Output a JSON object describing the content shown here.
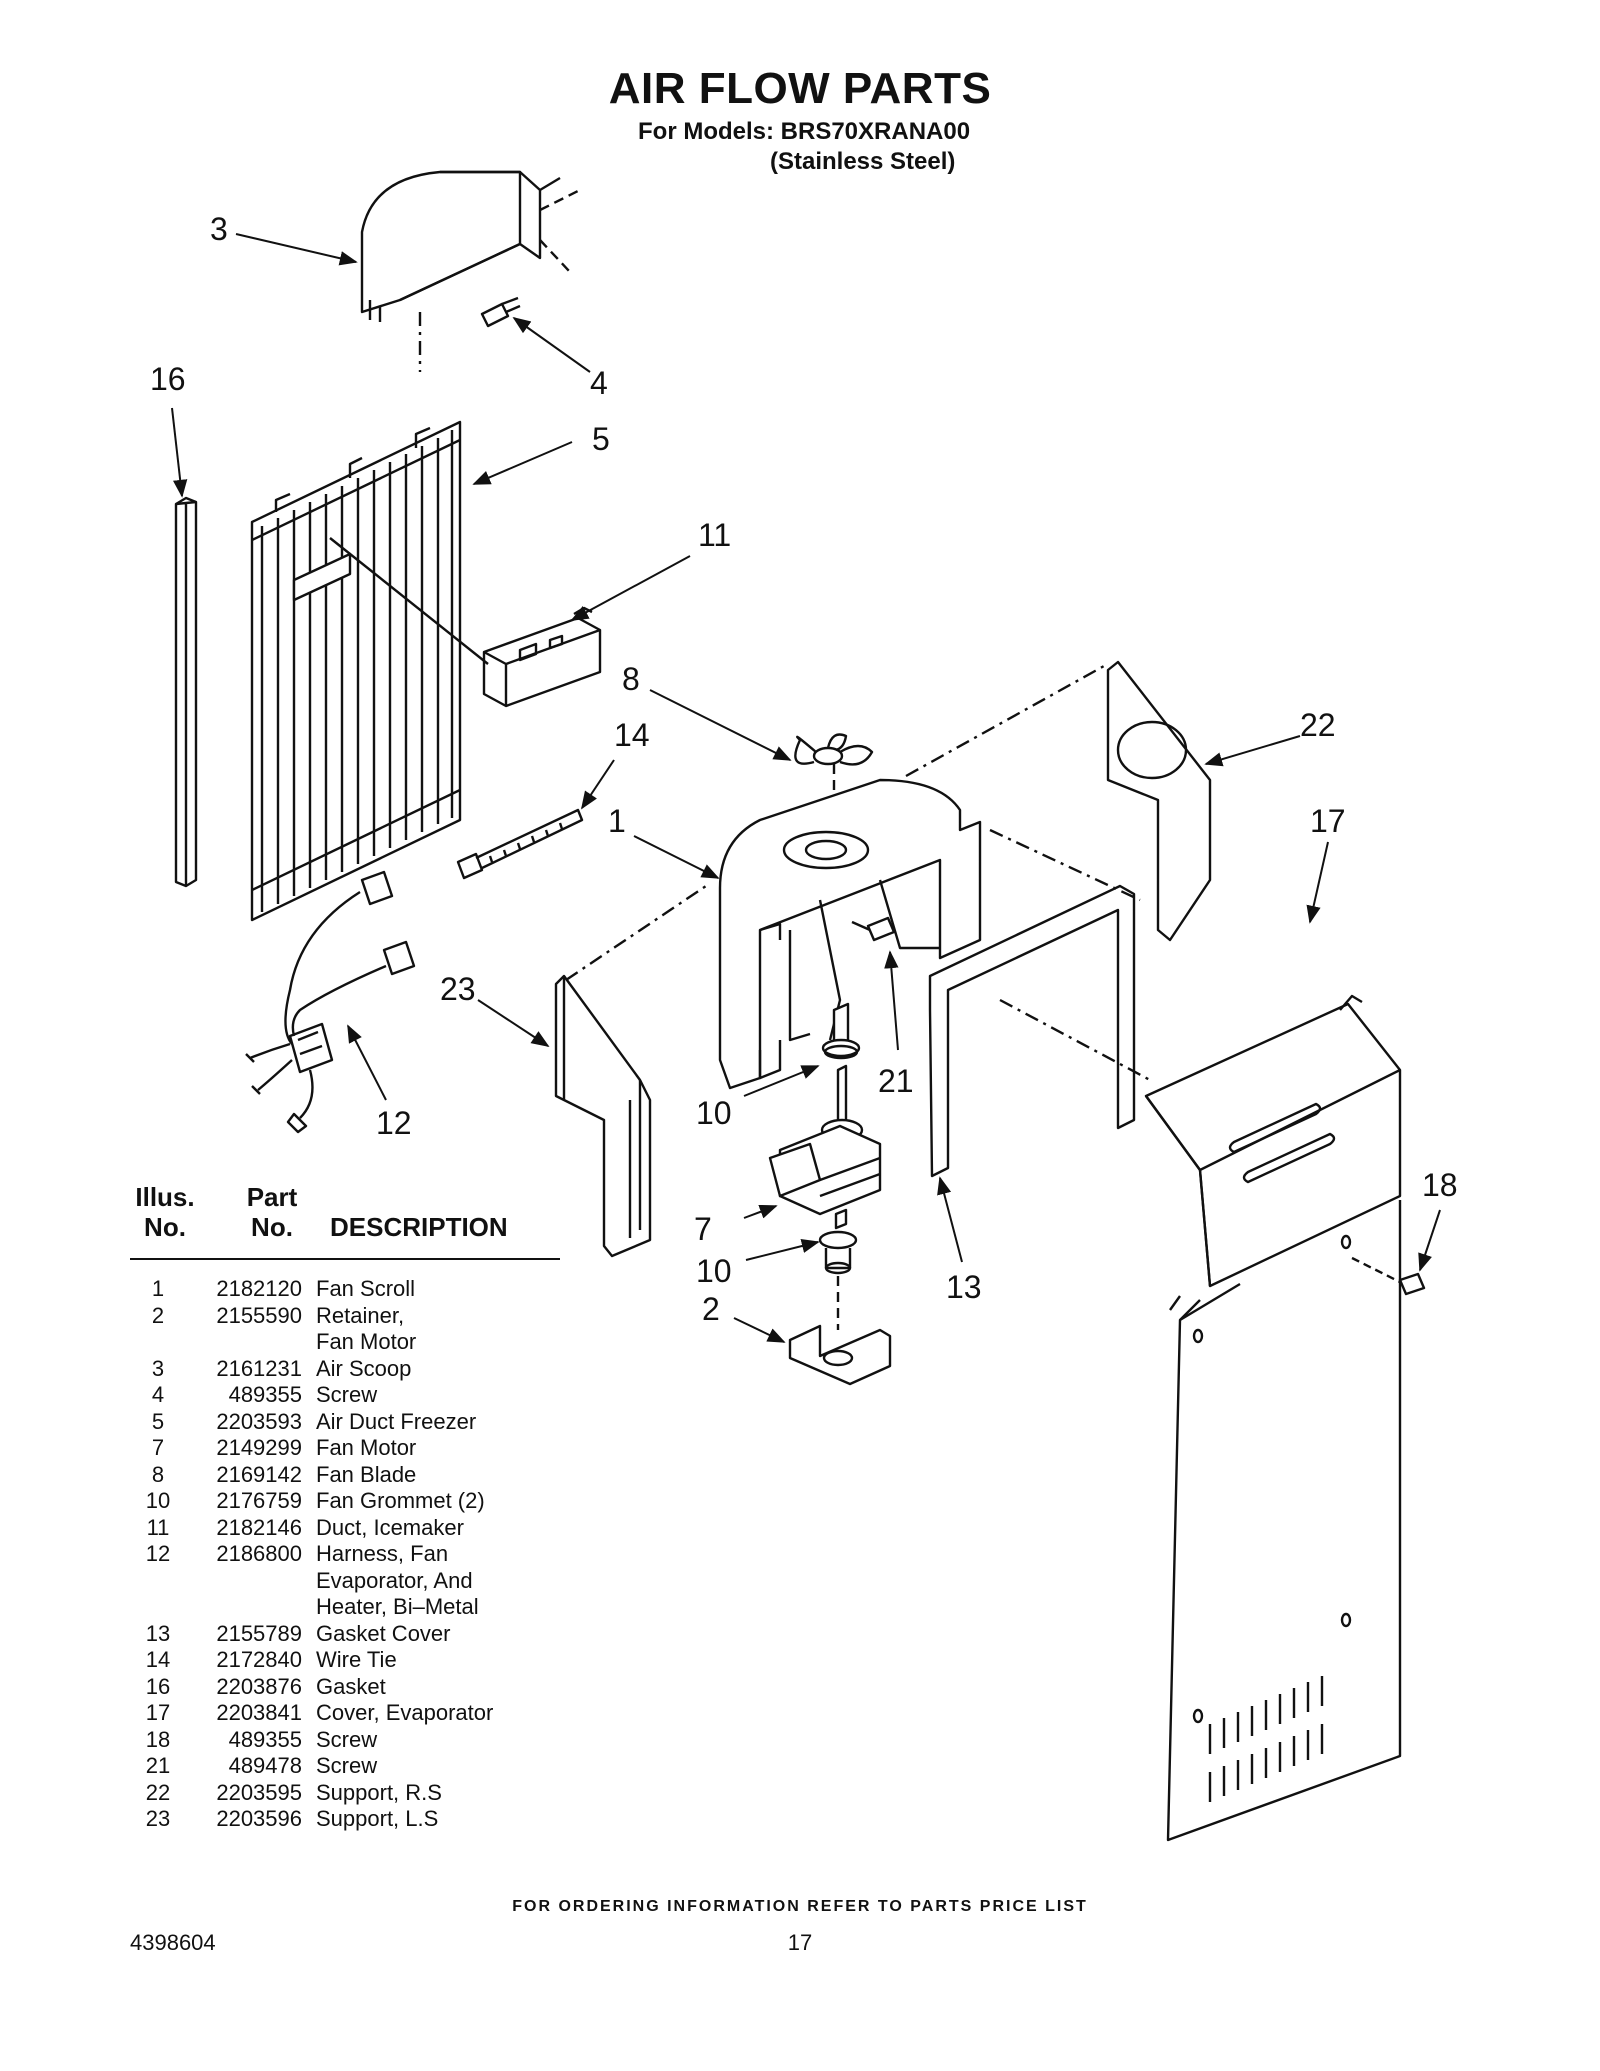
{
  "header": {
    "title": "AIR FLOW PARTS",
    "models_line": "For Models: BRS70XRANA00",
    "models_sub": "(Stainless Steel)"
  },
  "callouts": {
    "c1": "1",
    "c2": "2",
    "c3": "3",
    "c4": "4",
    "c5": "5",
    "c7": "7",
    "c8": "8",
    "c10a": "10",
    "c10b": "10",
    "c11": "11",
    "c12": "12",
    "c13": "13",
    "c14": "14",
    "c16": "16",
    "c17": "17",
    "c18": "18",
    "c21": "21",
    "c22": "22",
    "c23": "23"
  },
  "table": {
    "head_illus": "Illus.\nNo.",
    "head_part": "Part\nNo.",
    "head_desc": "DESCRIPTION",
    "rows": [
      {
        "illus": "1",
        "part": "2182120",
        "desc": "Fan Scroll"
      },
      {
        "illus": "2",
        "part": "2155590",
        "desc": "Retainer,\nFan Motor"
      },
      {
        "illus": "3",
        "part": "2161231",
        "desc": "Air Scoop"
      },
      {
        "illus": "4",
        "part": "489355",
        "desc": "Screw"
      },
      {
        "illus": "5",
        "part": "2203593",
        "desc": "Air Duct Freezer"
      },
      {
        "illus": "7",
        "part": "2149299",
        "desc": "Fan Motor"
      },
      {
        "illus": "8",
        "part": "2169142",
        "desc": "Fan Blade"
      },
      {
        "illus": "10",
        "part": "2176759",
        "desc": "Fan Grommet (2)"
      },
      {
        "illus": "11",
        "part": "2182146",
        "desc": "Duct, Icemaker"
      },
      {
        "illus": "12",
        "part": "2186800",
        "desc": "Harness, Fan\nEvaporator, And\nHeater, Bi–Metal"
      },
      {
        "illus": "13",
        "part": "2155789",
        "desc": "Gasket Cover"
      },
      {
        "illus": "14",
        "part": "2172840",
        "desc": "Wire Tie"
      },
      {
        "illus": "16",
        "part": "2203876",
        "desc": "Gasket"
      },
      {
        "illus": "17",
        "part": "2203841",
        "desc": "Cover, Evaporator"
      },
      {
        "illus": "18",
        "part": "489355",
        "desc": "Screw"
      },
      {
        "illus": "21",
        "part": "489478",
        "desc": "Screw"
      },
      {
        "illus": "22",
        "part": "2203595",
        "desc": "Support, R.S"
      },
      {
        "illus": "23",
        "part": "2203596",
        "desc": "Support, L.S"
      }
    ]
  },
  "footer": {
    "ordering": "FOR ORDERING INFORMATION REFER TO PARTS PRICE LIST",
    "doc_number": "4398604",
    "page_number": "17"
  }
}
